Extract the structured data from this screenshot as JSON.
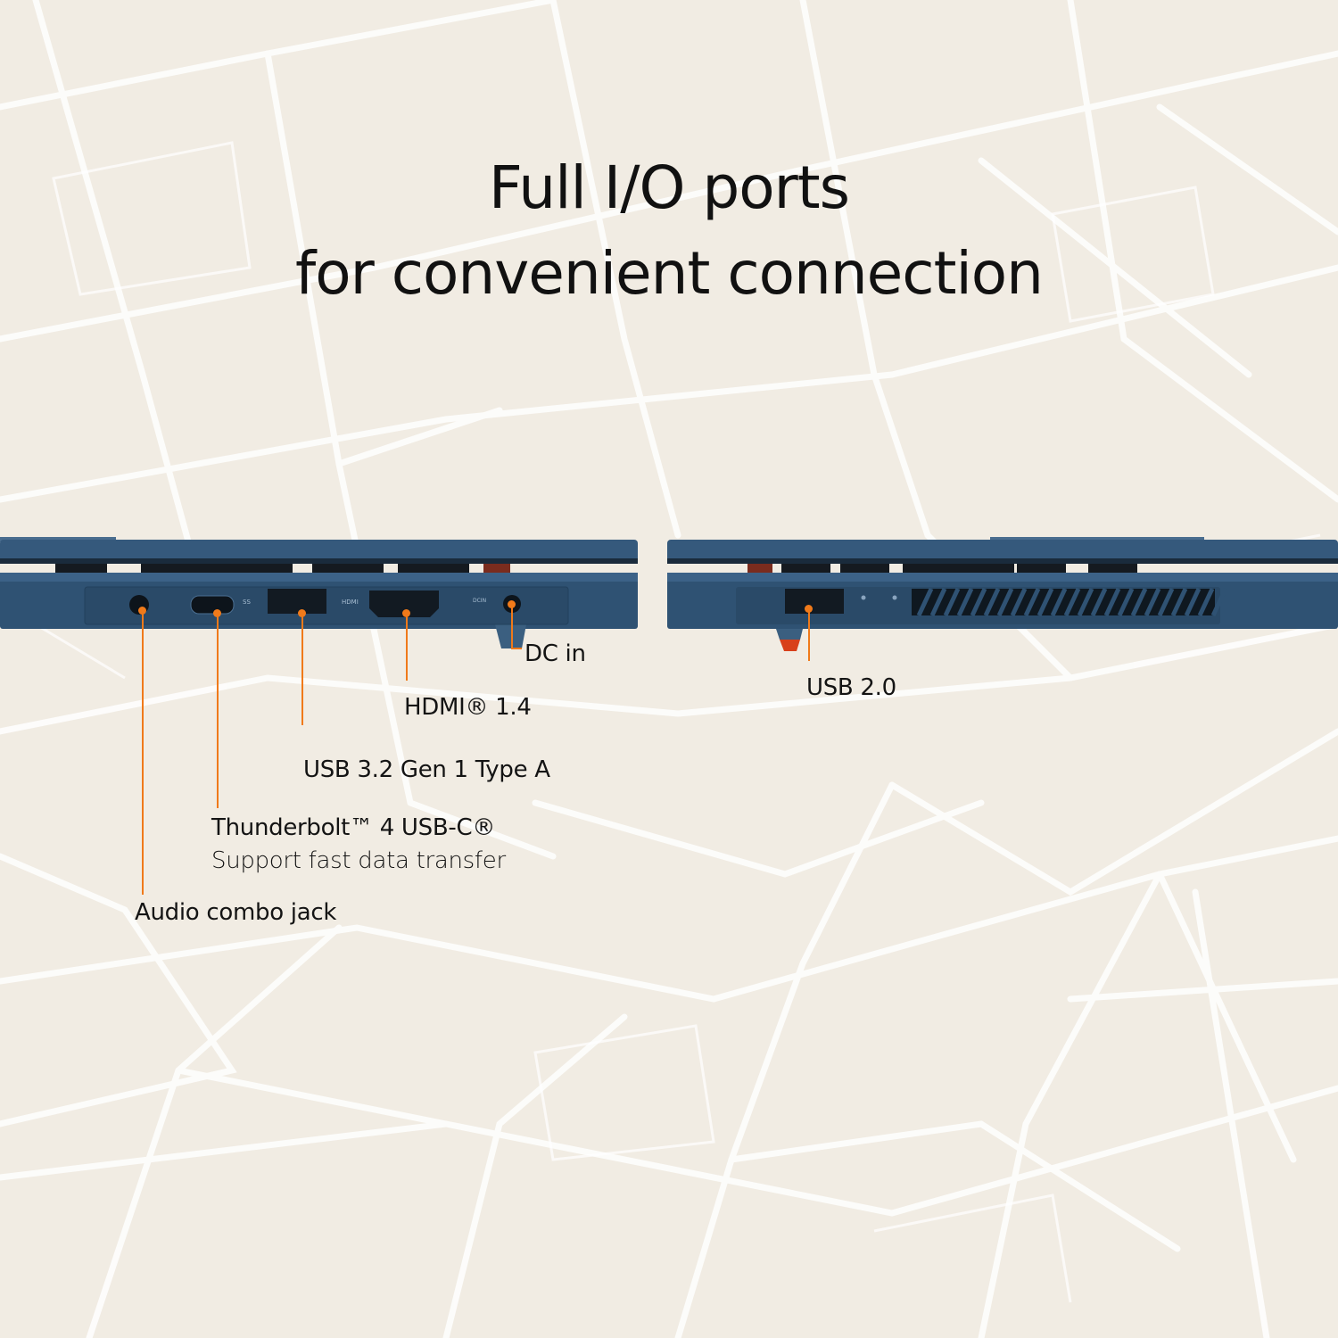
{
  "headline": {
    "line1": "Full I/O ports",
    "line2": "for convenient connection"
  },
  "ports": {
    "dc_in": "DC in",
    "hdmi": "HDMI® 1.4",
    "usb_a": "USB 3.2 Gen 1 Type A",
    "thunderbolt": "Thunderbolt™ 4 USB-C®",
    "thunderbolt_sub": "Support fast data transfer",
    "audio": "Audio combo jack",
    "usb2": "USB 2.0"
  },
  "port_markings": {
    "hdmi": "HDMI",
    "dc": "DCIN",
    "ss": "SS"
  },
  "colors": {
    "background": "#f1ece3",
    "laptop": "#2f5273",
    "accent": "#f07a1a"
  }
}
